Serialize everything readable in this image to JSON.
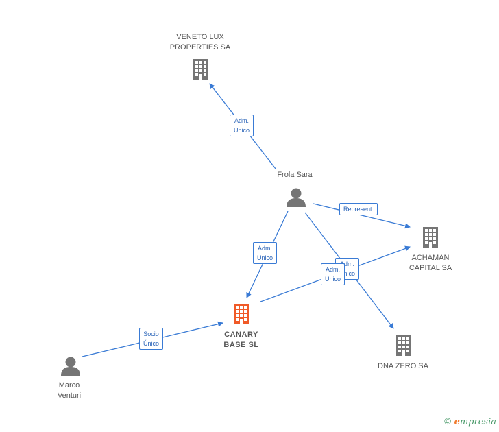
{
  "colors": {
    "edge": "#3a7bd5",
    "company": "#757575",
    "main_company": "#f05a28",
    "person": "#757575"
  },
  "nodes": {
    "veneto": {
      "line1": "VENETO LUX",
      "line2": "PROPERTIES SA",
      "icon": "building-icon"
    },
    "frola": {
      "line1": "Frola Sara",
      "icon": "person-icon"
    },
    "achaman": {
      "line1": "ACHAMAN",
      "line2": "CAPITAL SA",
      "icon": "building-icon"
    },
    "canary": {
      "line1": "CANARY",
      "line2": "BASE SL",
      "icon": "building-icon"
    },
    "dna": {
      "line1": "DNA ZERO SA",
      "icon": "building-icon"
    },
    "marco": {
      "line1": "Marco",
      "line2": "Venturi",
      "icon": "person-icon"
    }
  },
  "edges": {
    "frola_veneto": "Adm.\nUnico",
    "frola_achaman": "Represent.",
    "frola_canary": "Adm.\nUnico",
    "frola_dna": "Adm.\nUnico",
    "canary_achaman": "Adm.\nUnico",
    "marco_canary": "Socio\nÚnico"
  },
  "watermark": {
    "copyright": "©",
    "brand_initial": "e",
    "brand_rest": "mpresia"
  }
}
